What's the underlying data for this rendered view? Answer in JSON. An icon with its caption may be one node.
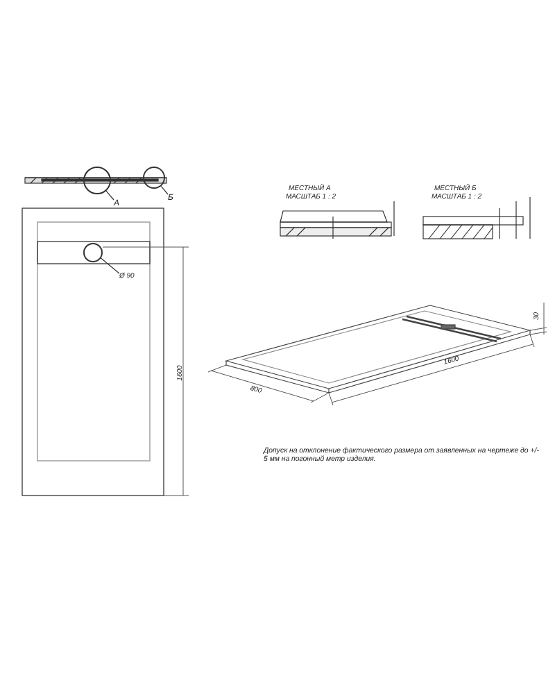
{
  "diagram": {
    "nodes": [
      {
        "text": [
          "А"
        ]
      },
      {
        "text": [],
        "shape": "circle"
      },
      {
        "text": [
          "Б"
        ]
      },
      {
        "text": [],
        "shape": "circle"
      },
      {
        "text": [
          "Ø 90"
        ]
      },
      {
        "text": [],
        "shape": "circle"
      }
    ],
    "edges": [
      {
        "from": 0,
        "to": 1,
        "arrow": "none"
      },
      {
        "from": 2,
        "to": 3,
        "arrow": "none"
      },
      {
        "from": 4,
        "to": 5,
        "arrow": "none"
      }
    ],
    "labels": [
      "МЕСТНЫЙ А",
      "МАСШТАБ 1 : 2",
      "МЕСТНЫЙ Б",
      "МАСШТАБ 1 : 2",
      "1600",
      "800",
      "1600",
      "30",
      "Допуск на отклонение фактического размера от заявленных на чертеже до +/- 5 мм на погонный метр изделия."
    ]
  }
}
